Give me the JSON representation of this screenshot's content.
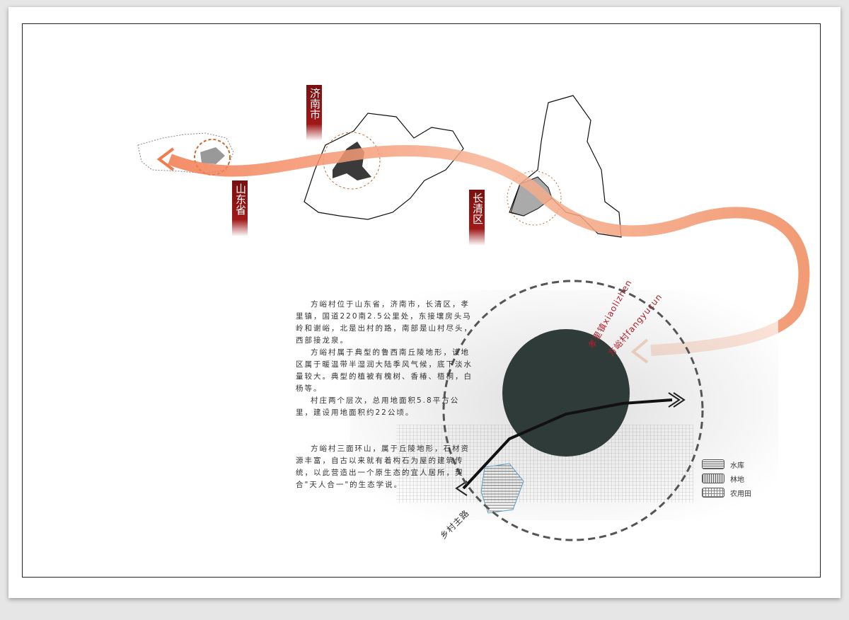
{
  "labels": {
    "jinan": "济南市",
    "shandong": "山东省",
    "changqing": "长清区",
    "xiaoli": "孝里镇xiaolizhen",
    "fangyu": "方峪村fangyucun",
    "road": "乡村主路"
  },
  "description": {
    "p1": "方峪村位于山东省，济南市，长清区，孝里镇，国道220南2.5公里处，东接壤房头马岭和谢峪，北是出村的路，南部是山村尽头，西部接龙泉。",
    "p2": "方峪村属于典型的鲁西南丘陵地形，该地区属于暖温带半湿润大陆季风气候，底下淡水量较大。典型的植被有槐树、香椿、梧桐，白杨等。",
    "p3": "村庄两个层次，总用地面积5.8平方公里，建设用地面积约22公顷。",
    "p4": "方峪村三面环山，属于丘陵地形，石材资源丰富，自古以来就有着构石为屋的建筑传统，以此营造出一个原生态的宜人居所，契合\"天人合一\"的生态学说。"
  },
  "legend": [
    {
      "label": "水库",
      "pattern": "horizontal-lines"
    },
    {
      "label": "林地",
      "pattern": "vertical-lines"
    },
    {
      "label": "农用田",
      "pattern": "grid"
    }
  ],
  "colors": {
    "arrow": "#f08a5d",
    "seal": "#9a1616",
    "label_red": "#b0202a",
    "highlight": "#3a3a3a",
    "circle": "#c8692a"
  }
}
